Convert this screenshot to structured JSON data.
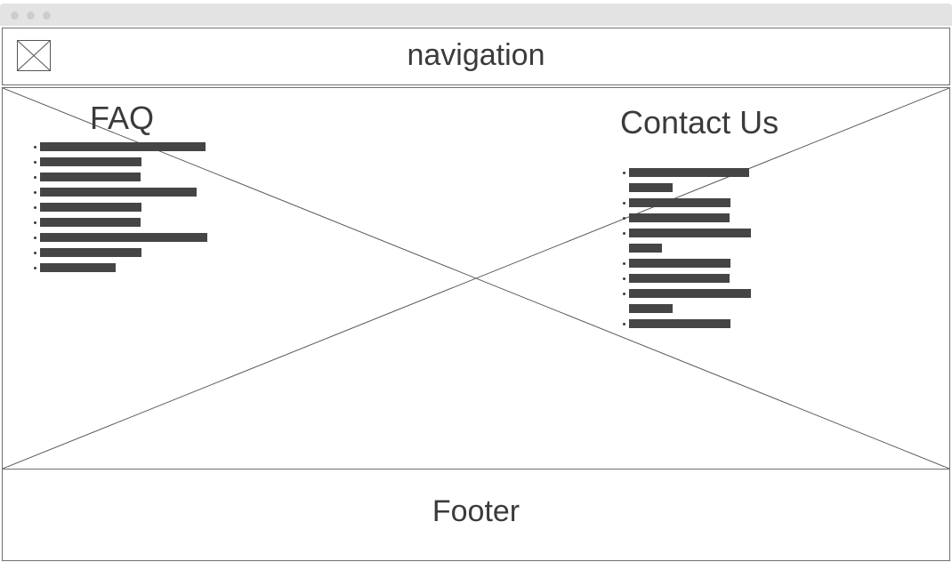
{
  "window": {
    "controls": [
      "close-dot",
      "minimize-dot",
      "zoom-dot"
    ]
  },
  "navigation": {
    "logo_icon": "image-placeholder-icon",
    "title": "navigation"
  },
  "hero": {
    "background_icon": "image-placeholder-cross",
    "faq": {
      "heading": "FAQ",
      "items": [
        {
          "placeholder": "text-line-placeholder",
          "length": 186
        },
        {
          "placeholder": "text-line-placeholder",
          "length": 114
        },
        {
          "placeholder": "text-line-placeholder",
          "length": 113
        },
        {
          "placeholder": "text-line-placeholder",
          "length": 176
        },
        {
          "placeholder": "text-line-placeholder",
          "length": 114
        },
        {
          "placeholder": "text-line-placeholder",
          "length": 113
        },
        {
          "placeholder": "text-line-placeholder",
          "length": 188
        },
        {
          "placeholder": "text-line-placeholder",
          "length": 114
        },
        {
          "placeholder": "text-line-placeholder",
          "length": 85
        }
      ]
    },
    "contact": {
      "heading": "Contact Us",
      "items": [
        {
          "placeholder": "text-line-placeholder",
          "length": 135,
          "bullet": true
        },
        {
          "placeholder": "text-line-placeholder",
          "length": 49,
          "bullet": false
        },
        {
          "placeholder": "text-line-placeholder",
          "length": 114,
          "bullet": true
        },
        {
          "placeholder": "text-line-placeholder",
          "length": 113,
          "bullet": true
        },
        {
          "placeholder": "text-line-placeholder",
          "length": 137,
          "bullet": true
        },
        {
          "placeholder": "text-line-placeholder",
          "length": 37,
          "bullet": false
        },
        {
          "placeholder": "text-line-placeholder",
          "length": 114,
          "bullet": true
        },
        {
          "placeholder": "text-line-placeholder",
          "length": 113,
          "bullet": true
        },
        {
          "placeholder": "text-line-placeholder",
          "length": 137,
          "bullet": true
        },
        {
          "placeholder": "text-line-placeholder",
          "length": 49,
          "bullet": false
        },
        {
          "placeholder": "text-line-placeholder",
          "length": 114,
          "bullet": true
        }
      ]
    }
  },
  "footer": {
    "title": "Footer"
  },
  "colors": {
    "border": "#707070",
    "text": "#3b3b3b",
    "placeholder_bar": "#454545",
    "titlebar": "#e3e3e3"
  }
}
